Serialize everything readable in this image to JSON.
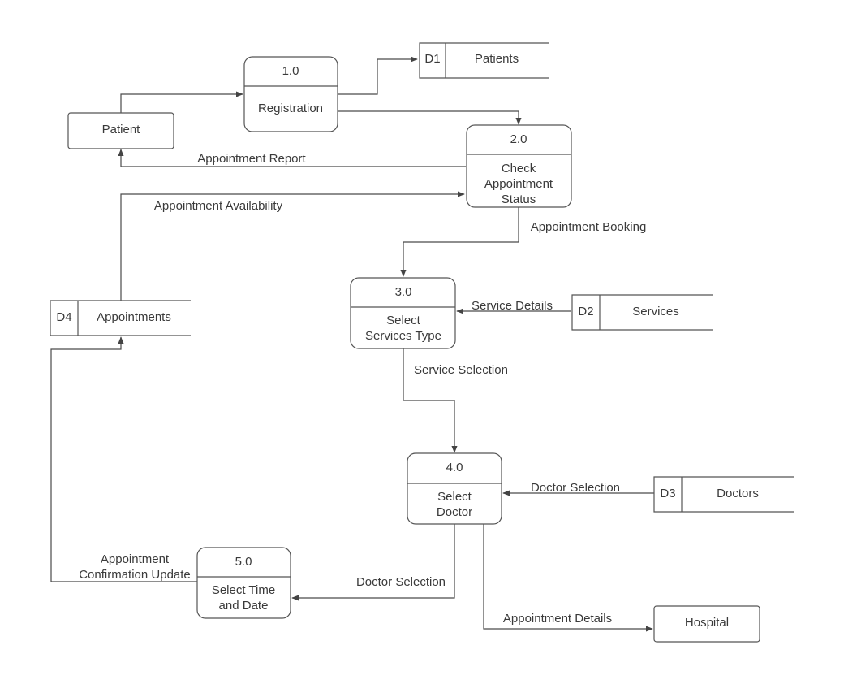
{
  "externals": {
    "patient": "Patient",
    "hospital": "Hospital"
  },
  "processes": [
    {
      "id": "1.0",
      "name": [
        "Registration"
      ]
    },
    {
      "id": "2.0",
      "name": [
        "Check",
        "Appointment",
        "Status"
      ]
    },
    {
      "id": "3.0",
      "name": [
        "Select",
        "Services Type"
      ]
    },
    {
      "id": "4.0",
      "name": [
        "Select",
        "Doctor"
      ]
    },
    {
      "id": "5.0",
      "name": [
        "Select Time",
        "and Date"
      ]
    }
  ],
  "stores": [
    {
      "id": "D1",
      "name": "Patients"
    },
    {
      "id": "D2",
      "name": "Services"
    },
    {
      "id": "D3",
      "name": "Doctors"
    },
    {
      "id": "D4",
      "name": "Appointments"
    }
  ],
  "flows": {
    "appointment_report": "Appointment Report",
    "appointment_availability": "Appointment Availability",
    "appointment_booking": "Appointment Booking",
    "service_details": "Service Details",
    "service_selection": "Service Selection",
    "doctor_selection_in": "Doctor Selection",
    "doctor_selection_out": "Doctor Selection",
    "confirmation_update": [
      "Appointment",
      "Confirmation Update"
    ],
    "appointment_details": "Appointment Details"
  }
}
